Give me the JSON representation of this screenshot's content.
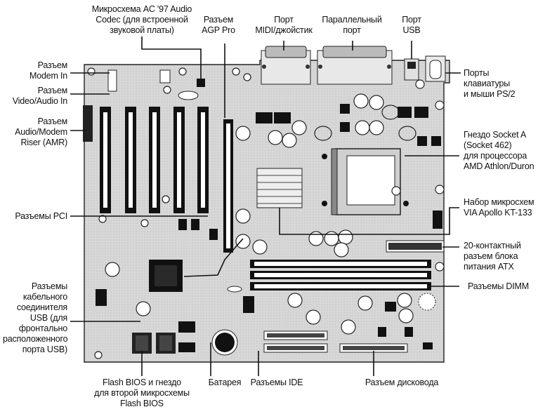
{
  "labels": {
    "ac97": [
      "Микросхема AC '97 Audio",
      "Codec (для встроенной",
      "звуковой платы)"
    ],
    "agp": [
      "Разъем",
      "AGP Pro"
    ],
    "midi": [
      "Порт",
      "MIDI/джойстик"
    ],
    "parallel": [
      "Параллельный",
      "порт"
    ],
    "usb_port": [
      "Порт",
      "USB"
    ],
    "ps2": [
      "Порты",
      "клавиатуры",
      "и мыши PS/2"
    ],
    "modem_in": [
      "Разъем",
      "Modem In"
    ],
    "video_in": [
      "Разъем",
      "Video/Audio In"
    ],
    "amr": [
      "Разъем",
      "Audio/Modem",
      "Riser (AMR)"
    ],
    "socket": [
      "Гнездо Socket A",
      "(Socket 462)",
      "для процессора",
      "AMD Athlon/Duron"
    ],
    "via": [
      "Набор микросхем",
      "VIA Apollo KT-133"
    ],
    "pci": [
      "Разъемы PCI"
    ],
    "atx": [
      "20-контактный",
      "разъем блока",
      "питания ATX"
    ],
    "dimm": [
      "Разъемы DIMM"
    ],
    "usb_cable": [
      "Разъемы",
      "кабельного",
      "соединителя",
      "USB (для",
      "фронтально",
      "расположенного",
      "порта USB)"
    ],
    "flash": [
      "Flash BIOS и гнездо",
      "для второй микросхемы",
      "Flash BIOS"
    ],
    "battery": [
      "Батарея"
    ],
    "ide": [
      "Разъемы IDE"
    ],
    "floppy": [
      "Разъем дисковода"
    ]
  }
}
